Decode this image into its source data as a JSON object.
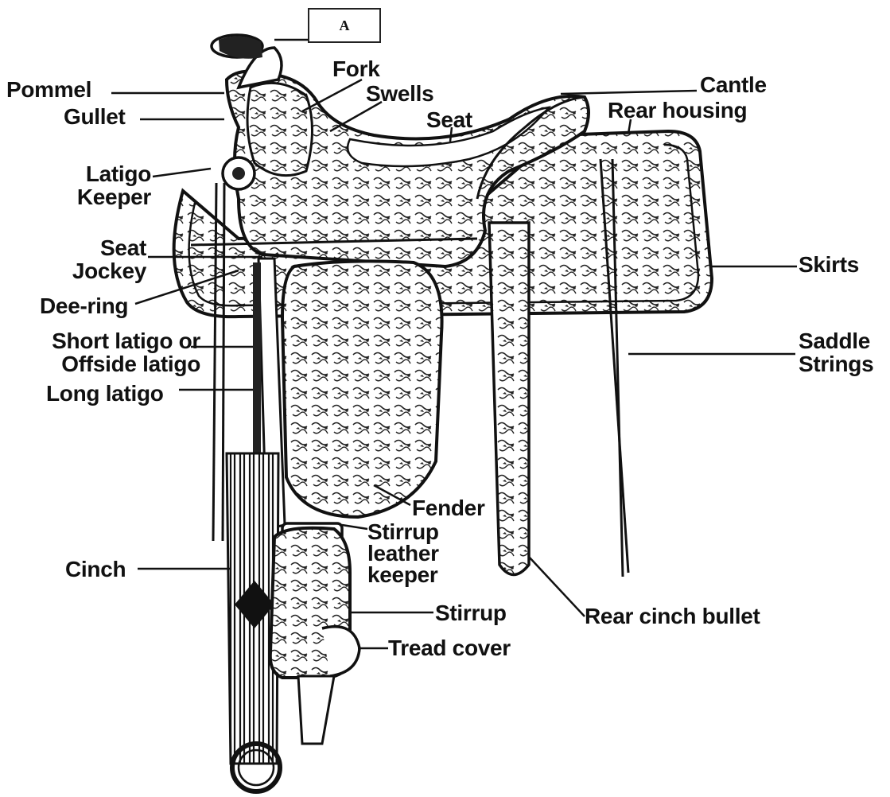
{
  "box_label": "A",
  "labels": {
    "pommel": "Pommel",
    "fork": "Fork",
    "swells": "Swells",
    "cantle": "Cantle",
    "gullet": "Gullet",
    "seat": "Seat",
    "rear_housing": "Rear housing",
    "latigo_keeper": "Latigo\nKeeper",
    "seat_jockey": "Seat\nJockey",
    "skirts": "Skirts",
    "dee_ring": "Dee-ring",
    "short_latigo": "Short latigo or\nOffside latigo",
    "saddle_strings": "Saddle\nStrings",
    "long_latigo": "Long latigo",
    "fender": "Fender",
    "stirrup_leather_keeper": "Stirrup\nleather\nkeeper",
    "cinch": "Cinch",
    "stirrup": "Stirrup",
    "rear_cinch_bullet": "Rear cinch bullet",
    "tread_cover": "Tread cover"
  },
  "colors": {
    "ink": "#111111",
    "background": "#ffffff"
  }
}
